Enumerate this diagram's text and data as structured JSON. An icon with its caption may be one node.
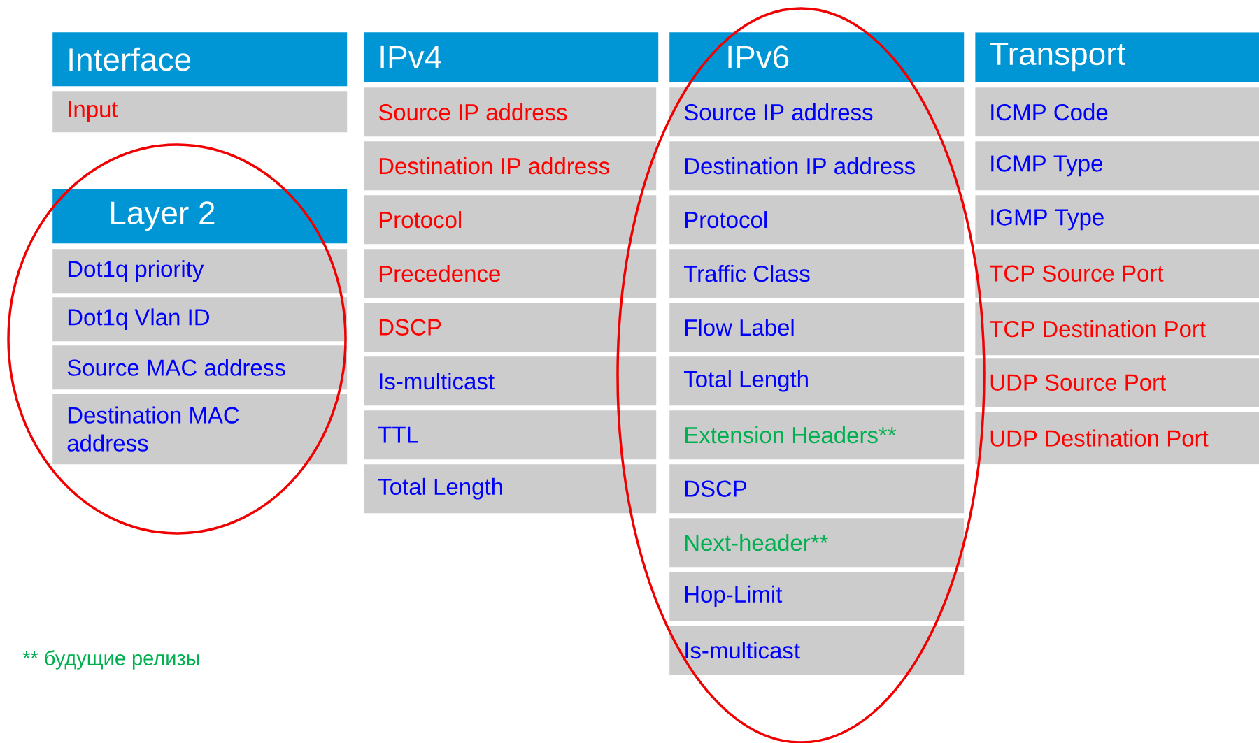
{
  "diagram": {
    "nodes": [
      {
        "text": [
          "Interface"
        ]
      },
      {
        "text": [
          "Input"
        ]
      },
      {
        "text": [
          "Layer 2"
        ]
      },
      {
        "text": [
          "Dot1q priority"
        ]
      },
      {
        "text": [
          "Dot1q Vlan ID"
        ]
      },
      {
        "text": [
          "Source MAC address"
        ]
      },
      {
        "text": [
          "Destination MAC address"
        ]
      },
      {
        "text": [
          "IPv4"
        ]
      },
      {
        "text": [
          "Source IP address"
        ]
      },
      {
        "text": [
          "Destination IP address"
        ]
      },
      {
        "text": [
          "Protocol"
        ]
      },
      {
        "text": [
          "Precedence"
        ]
      },
      {
        "text": [
          "DSCP"
        ]
      },
      {
        "text": [
          "Is-multicast"
        ]
      },
      {
        "text": [
          "TTL"
        ]
      },
      {
        "text": [
          "Total Length"
        ]
      },
      {
        "text": [
          "IPv6"
        ]
      },
      {
        "text": [
          "Source IP address"
        ]
      },
      {
        "text": [
          "Destination IP address"
        ]
      },
      {
        "text": [
          "Protocol"
        ]
      },
      {
        "text": [
          "Traffic Class"
        ]
      },
      {
        "text": [
          "Flow Label"
        ]
      },
      {
        "text": [
          "Total Length"
        ]
      },
      {
        "text": [
          "Extension Headers**"
        ]
      },
      {
        "text": [
          "DSCP"
        ]
      },
      {
        "text": [
          "Next-header**"
        ]
      },
      {
        "text": [
          "Hop-Limit"
        ]
      },
      {
        "text": [
          "Is-multicast"
        ]
      },
      {
        "text": [
          "Transport"
        ]
      },
      {
        "text": [
          "ICMP Code"
        ]
      },
      {
        "text": [
          "ICMP Type"
        ]
      },
      {
        "text": [
          "IGMP Type"
        ]
      },
      {
        "text": [
          "TCP Source Port"
        ]
      },
      {
        "text": [
          "TCP Destination Port"
        ]
      },
      {
        "text": [
          "UDP Source Port"
        ]
      },
      {
        "text": [
          "UDP Destination Port"
        ]
      }
    ],
    "edges": [],
    "labels": [
      "** будущие релизы"
    ]
  }
}
